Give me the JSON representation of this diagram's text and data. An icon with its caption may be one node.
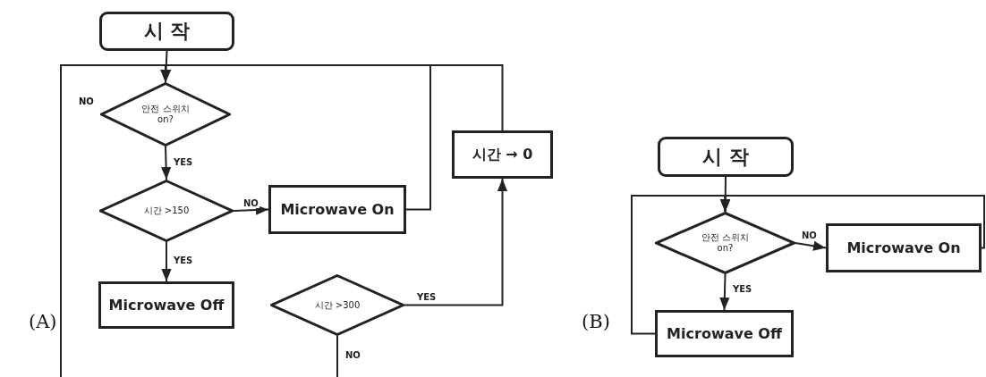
{
  "diagram": {
    "nodes": [
      {
        "text": [
          "시 작"
        ]
      },
      {
        "text": [
          "안전 스위치 on?"
        ]
      },
      {
        "text": [
          "시간 >150"
        ]
      },
      {
        "text": [
          "Microwave On"
        ]
      },
      {
        "text": [
          "Microwave Off"
        ]
      },
      {
        "text": [
          "시간 >300"
        ]
      },
      {
        "text": [
          "시간 → 0"
        ]
      },
      {
        "text": [
          "시 작"
        ]
      },
      {
        "text": [
          "안전 스위치 on?"
        ]
      },
      {
        "text": [
          "Microwave On"
        ]
      },
      {
        "text": [
          "Microwave Off"
        ]
      }
    ],
    "edges": [
      {
        "from": 0,
        "to": 1,
        "arrow": "to"
      },
      {
        "from": null,
        "to": 1,
        "arrow": "to"
      },
      {
        "from": 6,
        "to": 1,
        "arrow": "to"
      },
      {
        "from": 3,
        "to": 1,
        "arrow": "to"
      },
      {
        "from": 1,
        "to": 2,
        "arrow": "to",
        "label": "YES"
      },
      {
        "from": 2,
        "to": 3,
        "arrow": "to",
        "label": "NO"
      },
      {
        "from": 2,
        "to": 4,
        "arrow": "to",
        "label": "YES"
      },
      {
        "from": 5,
        "to": 6,
        "arrow": "to",
        "label": "YES"
      },
      {
        "from": 5,
        "to": null,
        "arrow": "none",
        "label": "NO"
      },
      {
        "from": 7,
        "to": 8,
        "arrow": "to"
      },
      {
        "from": 8,
        "to": 9,
        "arrow": "to",
        "label": "NO"
      },
      {
        "from": 8,
        "to": 10,
        "arrow": "to",
        "label": "YES"
      },
      {
        "from": 10,
        "to": 8,
        "arrow": "to"
      },
      {
        "from": 9,
        "to": 8,
        "arrow": "to"
      }
    ],
    "labels": [
      "NO",
      "(A)",
      "(B)"
    ]
  }
}
